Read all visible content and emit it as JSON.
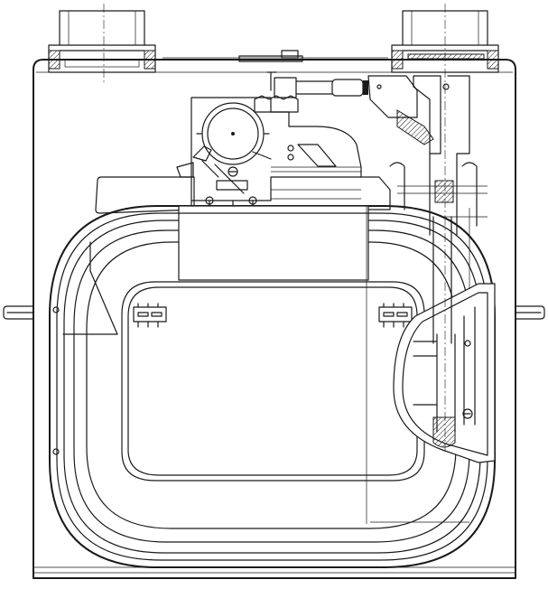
{
  "figure": {
    "colors": {
      "line": "#1a1a1a",
      "background": "#ffffff"
    },
    "parts": [
      "meter-housing",
      "inlet-pipe-connector",
      "outlet-pipe-connector",
      "measuring-unit",
      "index-gear",
      "valve-linkage",
      "mounting-lug-left",
      "mounting-lug-right",
      "diaphragm-chamber",
      "outlet-tube"
    ]
  }
}
